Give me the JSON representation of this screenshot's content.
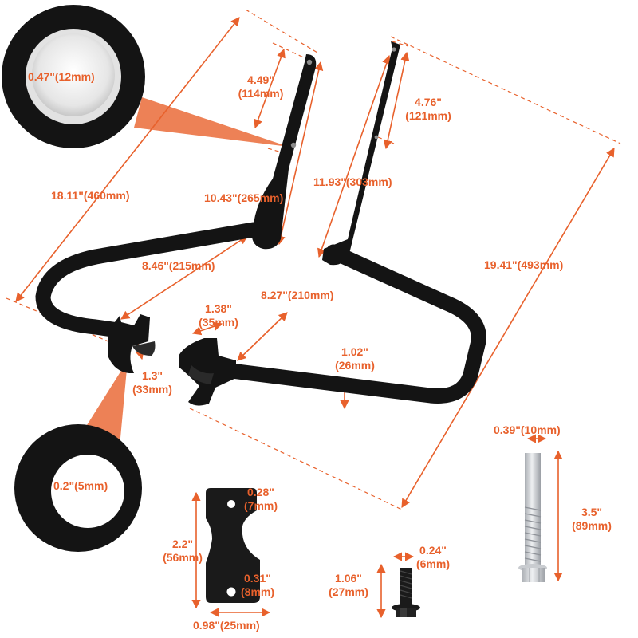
{
  "colors": {
    "accent": "#e8612c",
    "product": "#141414",
    "background": "#ffffff",
    "bolt": "#cfd2d6"
  },
  "dimensions": {
    "hole_large_dia": "0.47\"(12mm)",
    "hole_small_dia": "0.2\"(5mm)",
    "overall_depth": "18.11\"(460mm)",
    "overall_width": "19.41\"(493mm)",
    "left_plate_hole_spacing_in": "4.49\"",
    "left_plate_hole_spacing_mm": "(114mm)",
    "right_plate_hole_spacing_in": "4.76\"",
    "right_plate_hole_spacing_mm": "(121mm)",
    "left_plate_length": "10.43\"(265mm)",
    "right_plate_length": "11.93\"(303mm)",
    "left_arm_length": "8.46\"(215mm)",
    "right_arm_length": "8.27\"(210mm)",
    "saddle_width_in": "1.38\"",
    "saddle_width_mm": "(35mm)",
    "saddle_height_in": "1.3\"",
    "saddle_height_mm": "(33mm)",
    "tube_dia_in": "1.02\"",
    "tube_dia_mm": "(26mm)"
  },
  "bracket": {
    "hole_dia_top_in": "0.28\"",
    "hole_dia_top_mm": "(7mm)",
    "hole_dia_bottom_in": "0.31\"",
    "hole_dia_bottom_mm": "(8mm)",
    "height_in": "2.2\"",
    "height_mm": "(56mm)",
    "width": "0.98\"(25mm)"
  },
  "small_bolt": {
    "dia_in": "0.24\"",
    "dia_mm": "(6mm)",
    "length_in": "1.06\"",
    "length_mm": "(27mm)"
  },
  "long_bolt": {
    "dia": "0.39\"(10mm)",
    "length_in": "3.5\"",
    "length_mm": "(89mm)"
  }
}
